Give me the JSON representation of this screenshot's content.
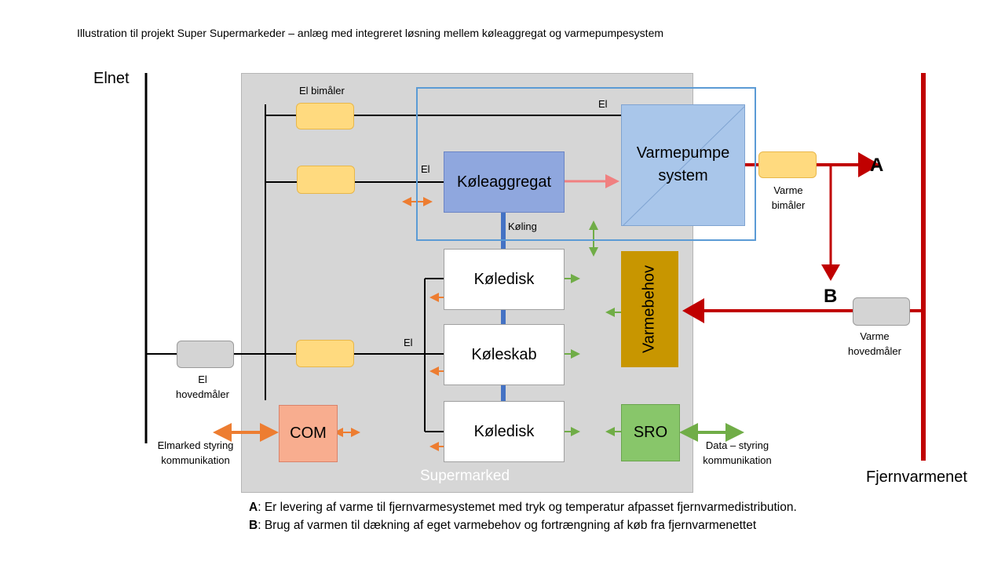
{
  "title": "Illustration til projekt Super Supermarkeder – anlæg med integreret løsning mellem køleaggregat og varmepumpesystem",
  "labels": {
    "elnet": "Elnet",
    "fjernvarmenet": "Fjernvarmenet",
    "supermarked": "Supermarked",
    "el_bimaaler": "El bimåler",
    "el_1": "El",
    "el_2": "El",
    "el_3": "El",
    "koling": "Køling",
    "el_hovedmaaler_1": "El",
    "el_hovedmaaler_2": "hovedmåler",
    "varme_bimaaler_1": "Varme",
    "varme_bimaaler_2": "bimåler",
    "varme_hovedmaaler_1": "Varme",
    "varme_hovedmaaler_2": "hovedmåler",
    "elmarked_1": "Elmarked styring",
    "elmarked_2": "kommunikation",
    "data_1": "Data – styring",
    "data_2": "kommunikation",
    "point_a": "A",
    "point_b": "B"
  },
  "boxes": {
    "koleaggregat": "Køleaggregat",
    "varmepumpe_1": "Varmepumpe",
    "varmepumpe_2": "system",
    "koledisk_1": "Køledisk",
    "koleskab": "Køleskab",
    "koledisk_2": "Køledisk",
    "varmebehov": "Varmebehov",
    "com": "COM",
    "sro": "SRO"
  },
  "notes": {
    "a_key": "A",
    "a_text": ": Er levering af varme til fjernvarmesystemet med tryk og temperatur afpasset fjernvarmedistribution.",
    "b_key": "B",
    "b_text": ": Brug af varmen til dækning af eget varmebehov og fortrængning af køb fra fjernvarmenettet"
  },
  "colors": {
    "heat_red": "#c00000",
    "cooling_blue": "#4472c4",
    "orange_arrow": "#ed7d31",
    "green_arrow": "#70ad47",
    "frame_blue": "#5b9bd5",
    "meter_yellow": "#ffda7f",
    "varmebehov": "#c89600",
    "com": "#f8ad8f",
    "sro": "#88c66a"
  }
}
